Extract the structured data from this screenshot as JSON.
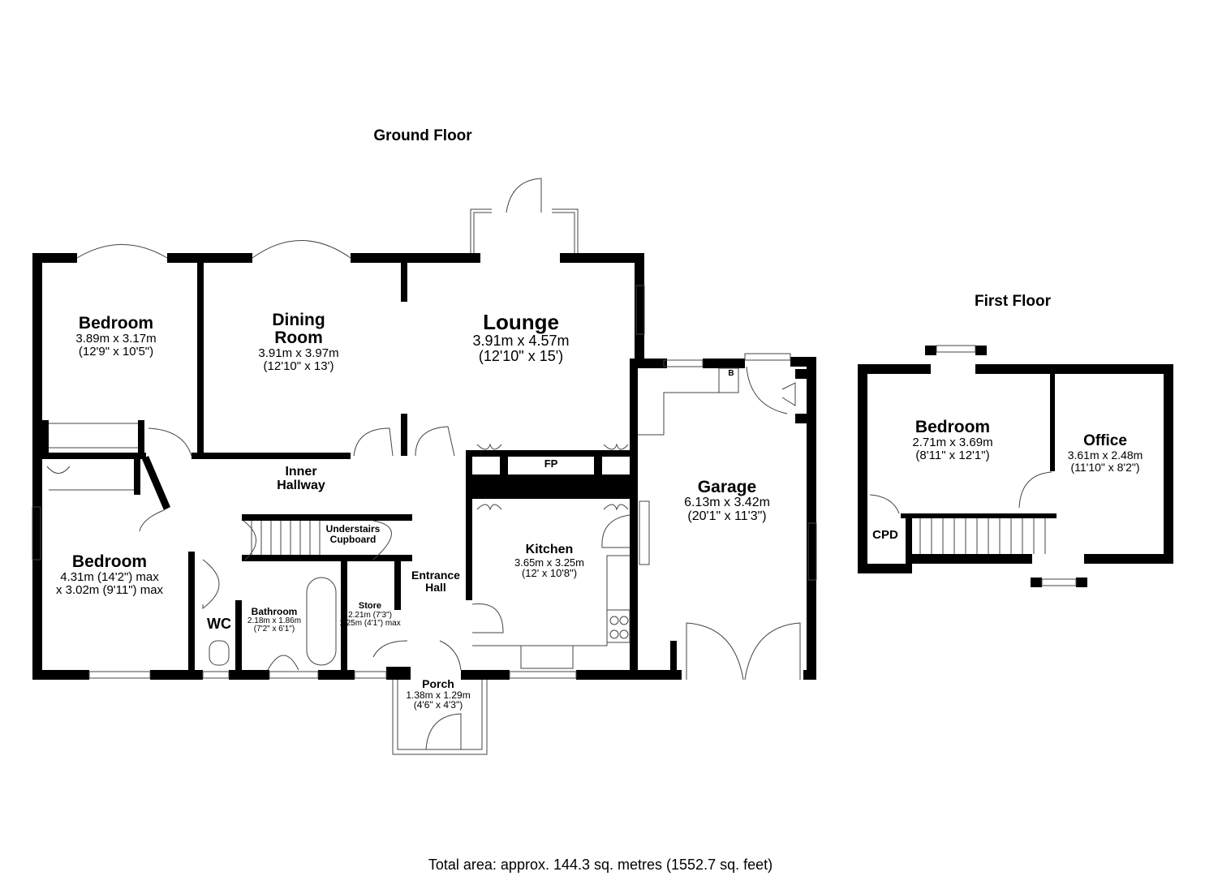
{
  "colors": {
    "wall": "#000000",
    "background": "#ffffff",
    "fixture_line": "#444444"
  },
  "ground_floor": {
    "title": "Ground Floor",
    "rooms": {
      "bedroom1": {
        "name": "Bedroom",
        "dim_m": "3.89m x 3.17m",
        "dim_ft": "(12'9\" x 10'5\")"
      },
      "dining": {
        "name_line1": "Dining",
        "name_line2": "Room",
        "dim_m": "3.91m x 3.97m",
        "dim_ft": "(12'10\" x 13')"
      },
      "lounge": {
        "name": "Lounge",
        "dim_m": "3.91m x 4.57m",
        "dim_ft": "(12'10\" x 15')"
      },
      "inner_hallway": {
        "name_line1": "Inner",
        "name_line2": "Hallway"
      },
      "bedroom2": {
        "name": "Bedroom",
        "dim_line1": "4.31m (14'2\") max",
        "dim_line2": "x 3.02m (9'11\") max"
      },
      "understairs": {
        "name_line1": "Understairs",
        "name_line2": "Cupboard"
      },
      "entrance_hall": {
        "name_line1": "Entrance",
        "name_line2": "Hall"
      },
      "wc": {
        "name": "WC"
      },
      "bathroom": {
        "name": "Bathroom",
        "dim_m": "2.18m x 1.86m",
        "dim_ft": "(7'2\" x 6'1\")"
      },
      "store": {
        "name": "Store",
        "dim_line1": "2.21m (7'3\")",
        "dim_line2": "1.25m (4'1\") max"
      },
      "porch": {
        "name": "Porch",
        "dim_m": "1.38m x 1.29m",
        "dim_ft": "(4'6\" x 4'3\")"
      },
      "kitchen": {
        "name": "Kitchen",
        "dim_m": "3.65m x 3.25m",
        "dim_ft": "(12' x 10'8\")"
      },
      "garage": {
        "name": "Garage",
        "dim_m": "6.13m x 3.42m",
        "dim_ft": "(20'1\" x 11'3\")"
      },
      "fireplace": {
        "label": "FP"
      },
      "boiler": {
        "label": "B"
      }
    }
  },
  "first_floor": {
    "title": "First Floor",
    "rooms": {
      "bedroom": {
        "name": "Bedroom",
        "dim_m": "2.71m x 3.69m",
        "dim_ft": "(8'11\" x 12'1\")"
      },
      "office": {
        "name": "Office",
        "dim_m": "3.61m x 2.48m",
        "dim_ft": "(11'10\" x 8'2\")"
      },
      "cupboard": {
        "label": "CPD"
      }
    }
  },
  "footer": {
    "total_area": "Total area: approx. 144.3 sq. metres (1552.7 sq. feet)"
  }
}
